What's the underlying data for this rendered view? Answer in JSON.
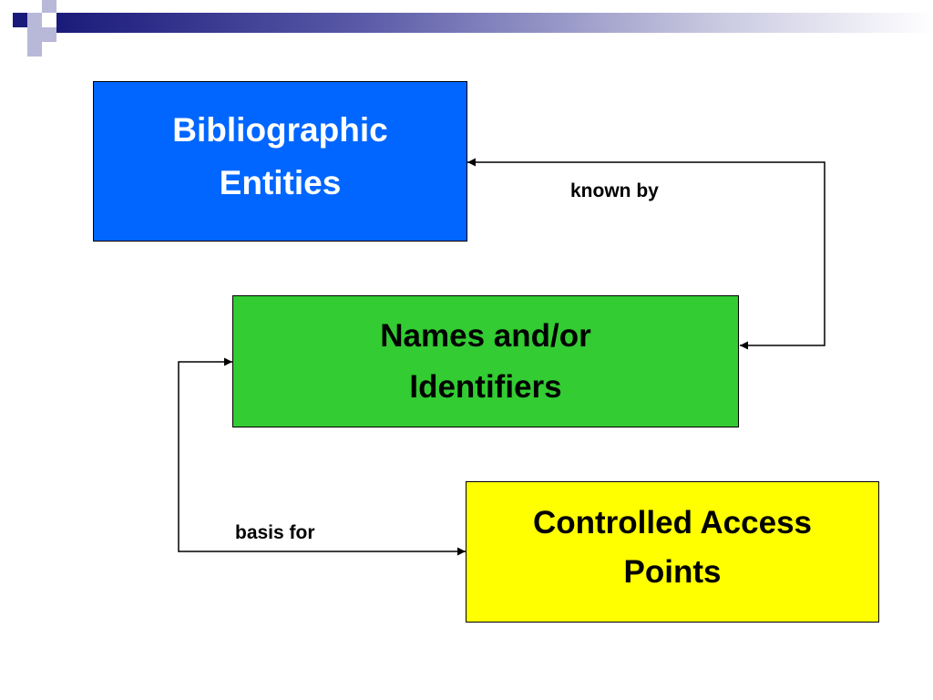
{
  "colors": {
    "deco_navy": "#1a1a7a",
    "deco_light": "#b8b8d8",
    "bibliographic_fill": "#0066ff",
    "names_fill": "#33cc33",
    "access_points_fill": "#ffff00",
    "line": "#000000"
  },
  "nodes": {
    "bibliographic_entities": {
      "line1": "Bibliographic",
      "line2": "Entities"
    },
    "names_identifiers": {
      "line1": "Names and/or",
      "line2": "Identifiers"
    },
    "controlled_access_points": {
      "line1": "Controlled Access",
      "line2": "Points"
    }
  },
  "edges": {
    "known_by": {
      "label": "known by",
      "from": "names_identifiers",
      "to": "bibliographic_entities"
    },
    "basis_for": {
      "label": "basis for",
      "from": "names_identifiers",
      "to": "controlled_access_points"
    }
  }
}
